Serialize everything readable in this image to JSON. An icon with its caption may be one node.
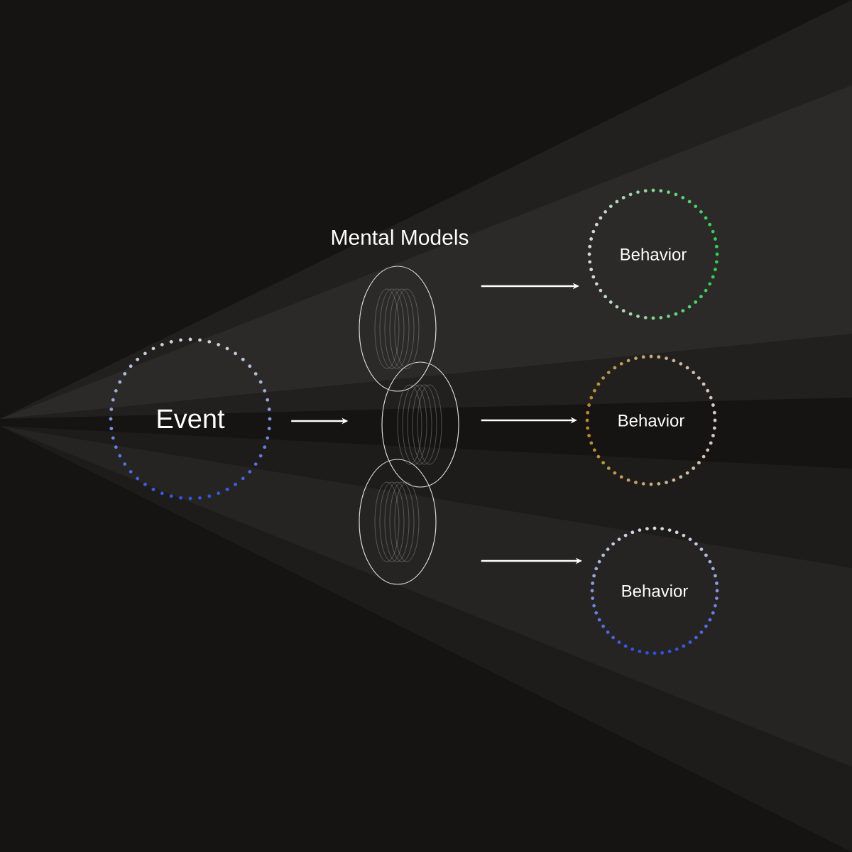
{
  "diagram": {
    "nodes": [
      {
        "text": [
          "Event"
        ]
      },
      {
        "text": [
          "Mental Models"
        ]
      },
      {
        "text": [
          "Behavior"
        ]
      },
      {
        "text": [
          "Behavior"
        ]
      },
      {
        "text": [
          "Behavior"
        ]
      }
    ],
    "edges": [
      {
        "from": 0,
        "to": 1,
        "arrow": "to"
      },
      {
        "from": 1,
        "to": 2,
        "arrow": "to"
      },
      {
        "from": 1,
        "to": 3,
        "arrow": "to"
      },
      {
        "from": 1,
        "to": 4,
        "arrow": "to"
      }
    ]
  }
}
